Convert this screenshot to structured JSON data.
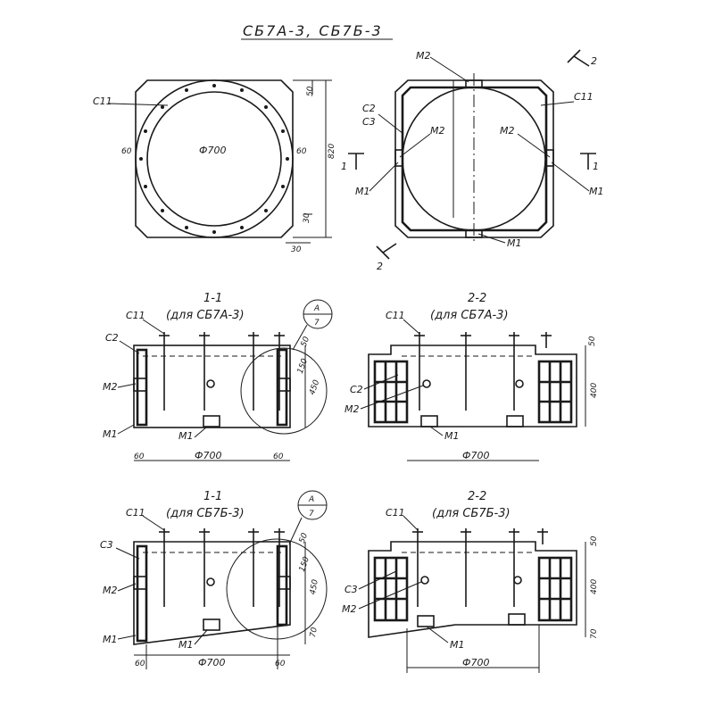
{
  "title": "СБ7А-3,   СБ7Б-3",
  "top_left_view": {
    "label_c11": "С11",
    "diameter": "Ф700",
    "dim_left_60": "60",
    "dim_right_60": "60",
    "dim_top_50": "50",
    "dim_bottom_30": "30",
    "dim_bottom_30b": "30",
    "dim_height": "820"
  },
  "top_right_view": {
    "label_m2_top": "М2",
    "label_c2": "С2",
    "label_c3": "С3",
    "label_m2_left": "М2",
    "label_m2_right": "М2",
    "label_c11": "С11",
    "label_m1_left": "М1",
    "label_m1_right": "М1",
    "label_m1_bottom": "М1",
    "section_1_left": "1",
    "section_1_right": "1",
    "section_2_top": "2",
    "section_2_bottom": "2"
  },
  "sec_1_1_a": {
    "title": "1-1",
    "subtitle": "(для СБ7А-3)",
    "callout_letter": "А",
    "callout_number": "7",
    "label_c11": "С11",
    "label_c2": "С2",
    "label_m2": "М2",
    "label_m1_left": "М1",
    "label_m1_mid": "М1",
    "dim_left": "60",
    "dim_diameter": "Ф700",
    "dim_right": "60",
    "dim_50": "50",
    "dim_150": "150",
    "dim_450": "450"
  },
  "sec_2_2_a": {
    "title": "2-2",
    "subtitle": "(для СБ7А-3)",
    "label_c11": "С11",
    "label_c2": "С2",
    "label_m2": "М2",
    "label_m1": "М1",
    "dim_diameter": "Ф700",
    "dim_50": "50",
    "dim_400": "400"
  },
  "sec_1_1_b": {
    "title": "1-1",
    "subtitle": "(для СБ7Б-3)",
    "callout_letter": "А",
    "callout_number": "7",
    "label_c11": "С11",
    "label_c3": "С3",
    "label_m2": "М2",
    "label_m1_left": "М1",
    "label_m1_mid": "М1",
    "dim_left": "60",
    "dim_diameter": "Ф700",
    "dim_right": "60",
    "dim_50": "50",
    "dim_150": "150",
    "dim_450": "450",
    "dim_70": "70"
  },
  "sec_2_2_b": {
    "title": "2-2",
    "subtitle": "(для СБ7Б-3)",
    "label_c11": "С11",
    "label_c3": "С3",
    "label_m2": "М2",
    "label_m1": "М1",
    "dim_diameter": "Ф700",
    "dim_50": "50",
    "dim_400": "400",
    "dim_70": "70"
  }
}
